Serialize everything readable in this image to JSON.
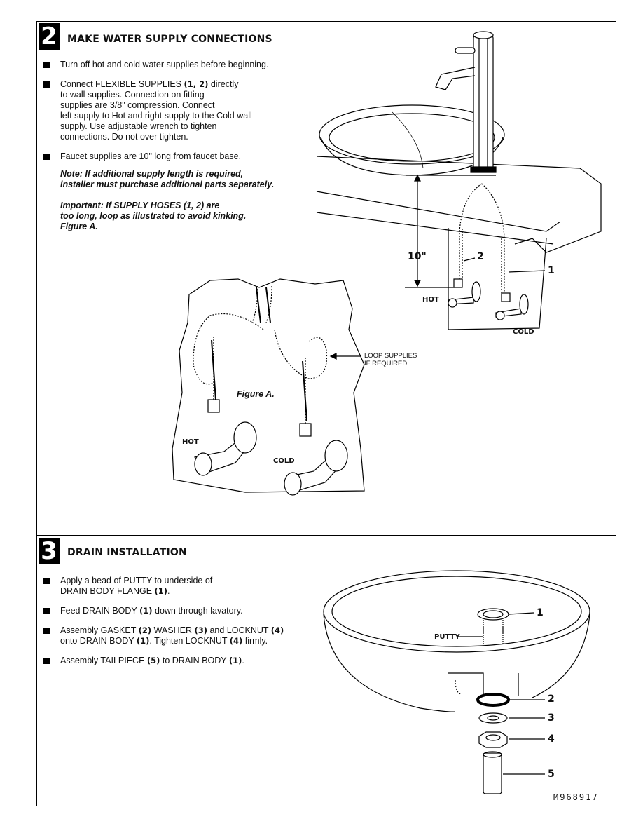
{
  "step2": {
    "number": "2",
    "title": "MAKE WATER SUPPLY CONNECTIONS",
    "bullets": [
      {
        "segments": [
          {
            "text": "Turn off hot and cold water supplies before beginning.",
            "bold": false
          }
        ]
      },
      {
        "lines": [
          [
            {
              "text": "Connect FLEXIBLE SUPPLIES ",
              "bold": false
            },
            {
              "text": "(1, 2)",
              "bold": true
            },
            {
              "text": " directly",
              "bold": false
            }
          ],
          [
            {
              "text": "to wall supplies. Connection on fitting",
              "bold": false
            }
          ],
          [
            {
              "text": "supplies are 3/8\" compression. Connect",
              "bold": false
            }
          ],
          [
            {
              "text": "left supply to Hot and right supply to the Cold wall",
              "bold": false
            }
          ],
          [
            {
              "text": "supply. Use adjustable wrench to  tighten",
              "bold": false
            }
          ],
          [
            {
              "text": "connections. Do not over tighten.",
              "bold": false
            }
          ]
        ]
      },
      {
        "segments": [
          {
            "text": "Faucet supplies are 10\" long from faucet base.",
            "bold": false
          }
        ]
      }
    ],
    "note_lines": [
      "Note: If additional supply length is required,",
      "installer must purchase additional parts separately."
    ],
    "important_lines": [
      "Important: If SUPPLY HOSES (1, 2) are",
      "too long, loop as illustrated to avoid kinking.",
      "Figure A."
    ],
    "diagram": {
      "dimension_label": "10\"",
      "callout_2": "2",
      "callout_1": "1",
      "hot_label": "HOT",
      "cold_label": "COLD"
    },
    "figure_a": {
      "caption": "Figure A.",
      "loop_note_lines": [
        "LOOP SUPPLIES",
        "IF REQUIRED"
      ],
      "hot_label": "HOT",
      "cold_label": "COLD"
    }
  },
  "step3": {
    "number": "3",
    "title": "DRAIN INSTALLATION",
    "bullets": [
      {
        "lines": [
          [
            {
              "text": "Apply a bead of PUTTY to underside of",
              "bold": false
            }
          ],
          [
            {
              "text": "DRAIN BODY FLANGE ",
              "bold": false
            },
            {
              "text": "(1)",
              "bold": true
            },
            {
              "text": ".",
              "bold": false
            }
          ]
        ]
      },
      {
        "segments": [
          {
            "text": "Feed DRAIN BODY ",
            "bold": false
          },
          {
            "text": "(1)",
            "bold": true
          },
          {
            "text": " down through lavatory.",
            "bold": false
          }
        ]
      },
      {
        "lines": [
          [
            {
              "text": "Assembly GASKET ",
              "bold": false
            },
            {
              "text": "(2)",
              "bold": true
            },
            {
              "text": " WASHER ",
              "bold": false
            },
            {
              "text": "(3)",
              "bold": true
            },
            {
              "text": " and LOCKNUT ",
              "bold": false
            },
            {
              "text": "(4)",
              "bold": true
            }
          ],
          [
            {
              "text": "onto DRAIN BODY ",
              "bold": false
            },
            {
              "text": "(1)",
              "bold": true
            },
            {
              "text": ". Tighten LOCKNUT ",
              "bold": false
            },
            {
              "text": "(4)",
              "bold": true
            },
            {
              "text": " firmly.",
              "bold": false
            }
          ]
        ]
      },
      {
        "segments": [
          {
            "text": "Assembly TAILPIECE ",
            "bold": false
          },
          {
            "text": "(5)",
            "bold": true
          },
          {
            "text": " to DRAIN BODY ",
            "bold": false
          },
          {
            "text": "(1)",
            "bold": true
          },
          {
            "text": ".",
            "bold": false
          }
        ]
      }
    ],
    "diagram": {
      "putty_label": "PUTTY",
      "callouts": [
        "1",
        "2",
        "3",
        "4",
        "5"
      ]
    }
  },
  "model_number": "M968917"
}
